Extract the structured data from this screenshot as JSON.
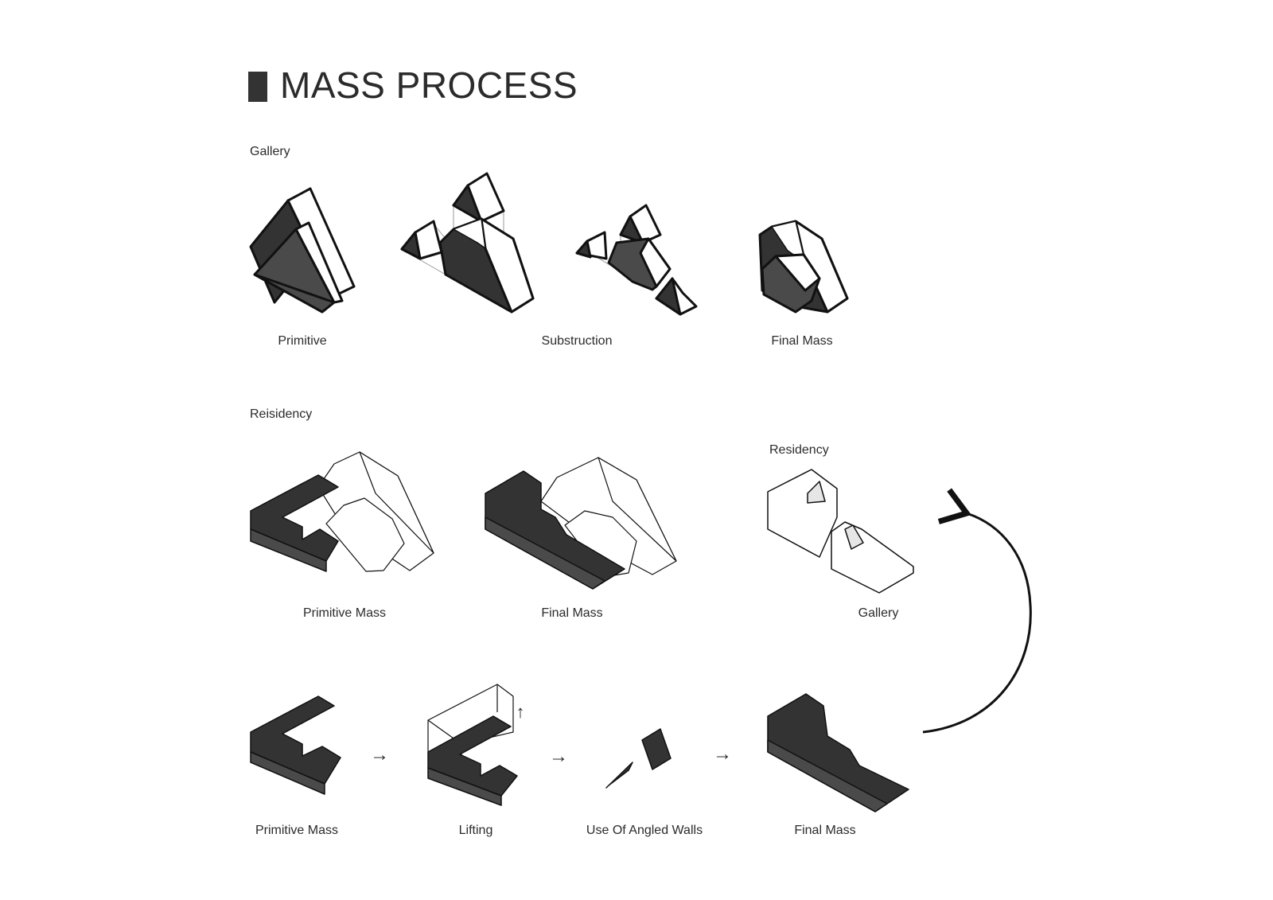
{
  "title": "MASS PROCESS",
  "colors": {
    "dark": "#333333",
    "mid": "#4a4a4a",
    "line": "#111111",
    "accent": "#333333"
  },
  "gallery": {
    "heading": "Gallery",
    "steps": [
      "Primitive",
      "Substruction",
      "Final Mass"
    ]
  },
  "residency": {
    "heading": "Reisidency",
    "top_steps": [
      "Primitive Mass",
      "Final Mass"
    ],
    "combined_labels": {
      "top": "Residency",
      "bottom": "Gallery"
    },
    "process_steps": [
      "Primitive Mass",
      "Lifting",
      "Use Of Angled Walls",
      "Final Mass"
    ],
    "arrow_glyph": "→",
    "lift_glyph": "↑"
  }
}
